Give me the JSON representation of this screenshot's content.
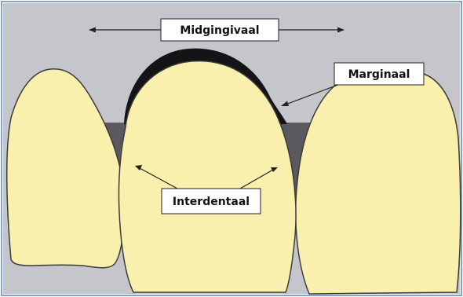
{
  "labels": {
    "midgingivaal": "Midgingivaal",
    "marginaal": "Marginaal",
    "interdentaal": "Interdentaal"
  },
  "colors": {
    "background_gray": "#c4c6cb",
    "gum_dark": "#5a595e",
    "margin_black": "#141316",
    "tooth_fill": "#f8f0ac",
    "tooth_outline": "#3c3b3b",
    "frame_blue": "#7fa3cc",
    "label_box": "#ffffff"
  }
}
